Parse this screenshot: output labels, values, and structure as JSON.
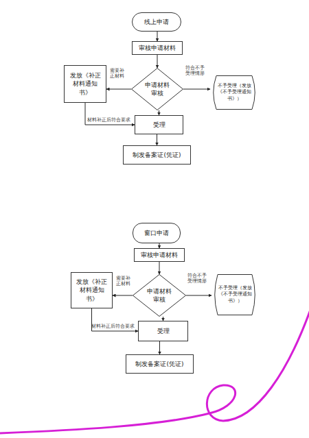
{
  "diagram": {
    "nodes": [
      {
        "text": [
          "线上申请"
        ]
      },
      {
        "text": [
          "审核申请材料"
        ]
      },
      {
        "text": [
          "申请材料审核"
        ]
      },
      {
        "text": [
          "发放《补正材料通知书》"
        ]
      },
      {
        "text": [
          "不予受理（发放《不予受理通知书》）"
        ]
      },
      {
        "text": [
          "受理"
        ]
      },
      {
        "text": [
          "制发备案证(凭证)"
        ]
      },
      {
        "text": [
          "窗口申请"
        ]
      },
      {
        "text": [
          "审核申请材料"
        ]
      },
      {
        "text": [
          "申请材料审核"
        ]
      },
      {
        "text": [
          "发放《补正材料通知书》"
        ]
      },
      {
        "text": [
          "不予受理（发放《不予受理通知书》）"
        ]
      },
      {
        "text": [
          "受理"
        ]
      },
      {
        "text": [
          "制发备案证(凭证)"
        ]
      }
    ],
    "edges": [
      {
        "from": 0,
        "to": 1,
        "arrow": "to"
      },
      {
        "from": 1,
        "to": 2,
        "arrow": "to"
      },
      {
        "from": 2,
        "to": 3,
        "label": "需要补正材料",
        "arrow": "to"
      },
      {
        "from": 2,
        "to": 4,
        "label": "符合不予受理情形",
        "arrow": "to"
      },
      {
        "from": 3,
        "to": 5,
        "label": "材料补正后符合要求",
        "arrow": "to"
      },
      {
        "from": 2,
        "to": 5,
        "arrow": "to"
      },
      {
        "from": 5,
        "to": 6,
        "arrow": "to"
      },
      {
        "from": 7,
        "to": 8,
        "arrow": "to"
      },
      {
        "from": 8,
        "to": 9,
        "arrow": "to"
      },
      {
        "from": 9,
        "to": 10,
        "label": "需要补正材料",
        "arrow": "to"
      },
      {
        "from": 9,
        "to": 11,
        "label": "符合不予受理情形",
        "arrow": "to"
      },
      {
        "from": 10,
        "to": 12,
        "label": "材料补正后符合要求",
        "arrow": "to"
      },
      {
        "from": 9,
        "to": 12,
        "arrow": "to"
      },
      {
        "from": 12,
        "to": 13,
        "arrow": "to"
      }
    ]
  }
}
